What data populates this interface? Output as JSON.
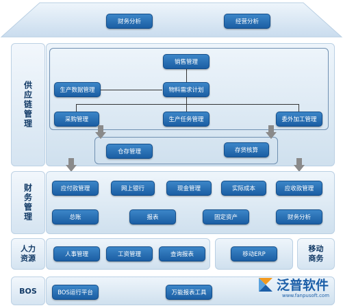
{
  "top": {
    "buttons": [
      "财务分析",
      "经营分析"
    ]
  },
  "supply_chain": {
    "label": "供应链管理",
    "sales": "销售管理",
    "production_data": "生产数据管理",
    "mrp": "物料需求计划",
    "purchase": "采购管理",
    "production_task": "生产任务管理",
    "outsourcing": "委外加工管理",
    "warehouse": "仓存管理",
    "inventory_accounting": "存货核算"
  },
  "finance": {
    "label": "财务管理",
    "row1": [
      "应付款管理",
      "网上银行",
      "现金管理",
      "实际成本",
      "应收款管理"
    ],
    "row2": [
      "总账",
      "报表",
      "固定资产",
      "财务分析"
    ]
  },
  "hr": {
    "label": "人力资源",
    "buttons": [
      "人事管理",
      "工资管理",
      "查询报表"
    ],
    "mobile_erp": "移动ERP"
  },
  "mobile": {
    "label": "移动商务"
  },
  "bos": {
    "label": "BOS",
    "buttons": [
      "BOS运行平台",
      "万能报表工具"
    ]
  },
  "logo": {
    "name": "泛普软件",
    "url": "www.fanpusoft.com"
  },
  "colors": {
    "button": "#1f63a8",
    "panel": "#dbe8f3",
    "side_text": "#123a66"
  }
}
